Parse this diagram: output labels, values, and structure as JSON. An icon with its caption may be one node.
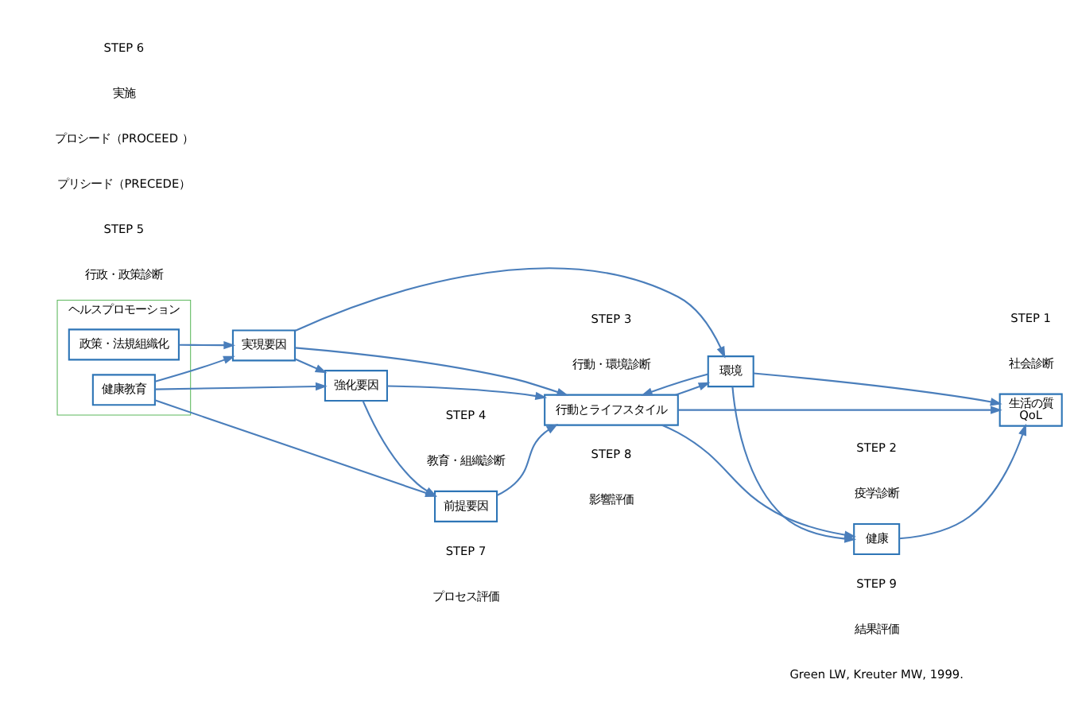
{
  "diagram": {
    "nodes": [
      {
        "text": [
          "ヘルスプロモーション"
        ]
      },
      {
        "text": [
          "健康教育"
        ],
        "in": 0
      },
      {
        "text": [
          "政策・法規組織化"
        ],
        "in": 0
      },
      {
        "text": [
          "前提要因"
        ]
      },
      {
        "text": [
          "強化要因"
        ]
      },
      {
        "text": [
          "実現要因"
        ]
      },
      {
        "text": [
          "行動とライフスタイル"
        ]
      },
      {
        "text": [
          "環境"
        ]
      },
      {
        "text": [
          "健康"
        ]
      },
      {
        "text": [
          "生活の質",
          "QoL"
        ]
      }
    ],
    "edges": [
      {
        "from": 1,
        "to": 3,
        "arrow": "to"
      },
      {
        "from": 1,
        "to": 4,
        "arrow": "to"
      },
      {
        "from": 1,
        "to": 5,
        "arrow": "to"
      },
      {
        "from": 2,
        "to": 5,
        "arrow": "to"
      },
      {
        "from": 4,
        "to": 3,
        "arrow": "to"
      },
      {
        "from": 5,
        "to": 4,
        "arrow": "to"
      },
      {
        "from": 3,
        "to": 6,
        "arrow": "to"
      },
      {
        "from": 4,
        "to": 6,
        "arrow": "to"
      },
      {
        "from": 5,
        "to": 6,
        "arrow": "to"
      },
      {
        "from": 5,
        "to": 7,
        "arrow": "to"
      },
      {
        "from": 6,
        "to": 7,
        "arrow": "to"
      },
      {
        "from": 7,
        "to": 6,
        "arrow": "to"
      },
      {
        "from": 6,
        "to": 8,
        "arrow": "to"
      },
      {
        "from": 6,
        "to": 9,
        "arrow": "to"
      },
      {
        "from": 7,
        "to": 8,
        "arrow": "to"
      },
      {
        "from": 7,
        "to": 9,
        "arrow": "to"
      },
      {
        "from": 8,
        "to": 9,
        "arrow": "to"
      }
    ],
    "labels": [
      "プリシード（PRECEDE）",
      "STEP 5",
      "行政・政策診断",
      "STEP 4",
      "教育・組織診断",
      "STEP 3",
      "行動・環境診断",
      "STEP 2",
      "疫学診断",
      "STEP 1",
      "社会診断",
      "STEP 6",
      "実施",
      "STEP 7",
      "プロセス評価",
      "STEP 8",
      "影響評価",
      "STEP 9",
      "結果評価",
      "プロシード（PROCEED ）",
      "Green LW, Kreuter MW, 1999."
    ]
  }
}
